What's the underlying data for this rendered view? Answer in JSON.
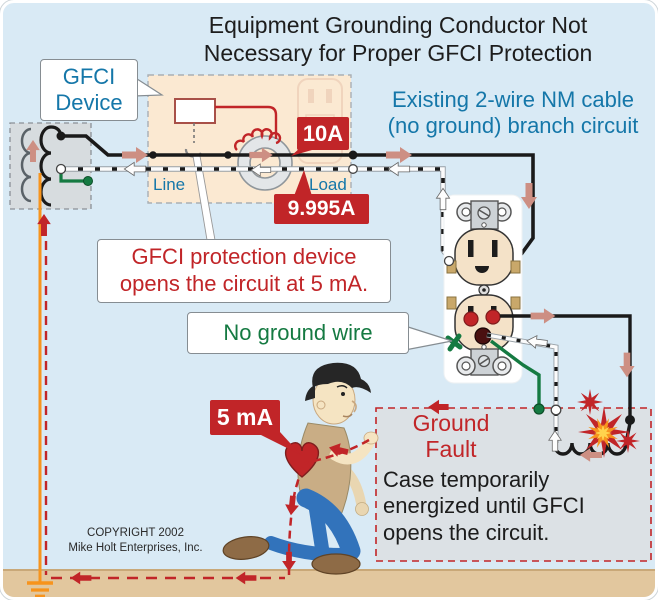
{
  "title": "Equipment Grounding Conductor Not\nNecessary for Proper GFCI Protection",
  "callouts": {
    "gfci_device": "GFCI\nDevice",
    "existing_cable": "Existing 2-wire NM cable\n(no ground) branch circuit",
    "gfci_protection": "GFCI protection device\nopens the circuit at 5 mA.",
    "no_ground_wire": "No ground wire"
  },
  "badges": {
    "load_current": "10A",
    "return_current": "9.995A",
    "shock_current": "5 mA"
  },
  "wire_labels": {
    "line": "Line",
    "load": "Load"
  },
  "ground_fault": {
    "heading": "Ground\nFault",
    "note": "Case temporarily\nenergized until GFCI\nopens the circuit."
  },
  "copyright": "COPYRIGHT 2002\nMike Holt Enterprises, Inc.",
  "colors": {
    "background": "#D9EAF5",
    "accent_red": "#C12528",
    "accent_blue": "#1577A9",
    "accent_green": "#157A42",
    "gfci_box_fill": "#FBE9D2",
    "ground_fault_box_fill": "#DCE1E5",
    "earth_fill": "#E2C79E",
    "ground_wire_orange": "#F7941D",
    "current_arrow_pink": "#CD8F83",
    "jeans_blue": "#3273BB",
    "shirt_tan": "#C9AD85",
    "skin": "#F5E4C2",
    "boot_brown": "#8E6B46"
  }
}
